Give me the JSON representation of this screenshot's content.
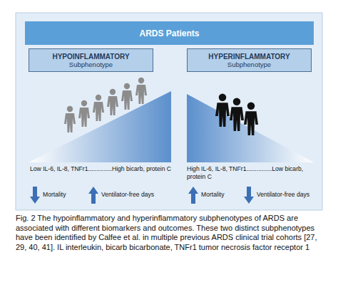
{
  "diagram": {
    "caption": "Fig. 2 The hypoinflammatory and hyperinflammatory subphenotypes of ARDS are associated with different biomarkers and outcomes. These two distinct subphenotypes have been identified by Calfee et al. in multiple previous ARDS clinical trial cohorts [27, 29, 40, 41]. IL interleukin, bicarb bicarbonate, TNFr1 tumor necrosis factor receptor 1",
    "nodes": [
      {
        "text": [
          "ARDS Patients"
        ]
      },
      {
        "text": [
          "HYPOINFLAMMATORY",
          "Subphenotype"
        ]
      },
      {
        "text": [
          "HYPERINFLAMMATORY",
          "Subphenotype"
        ]
      }
    ],
    "labels": [
      "Low IL-6, IL-8, TNFr1..............High bicarb, protein C",
      "High IL-6, IL-8, TNFr1...............Low bicarb, protein C",
      "Mortality",
      "Ventilator-free days",
      "Mortality",
      "Ventilator-free days"
    ]
  }
}
